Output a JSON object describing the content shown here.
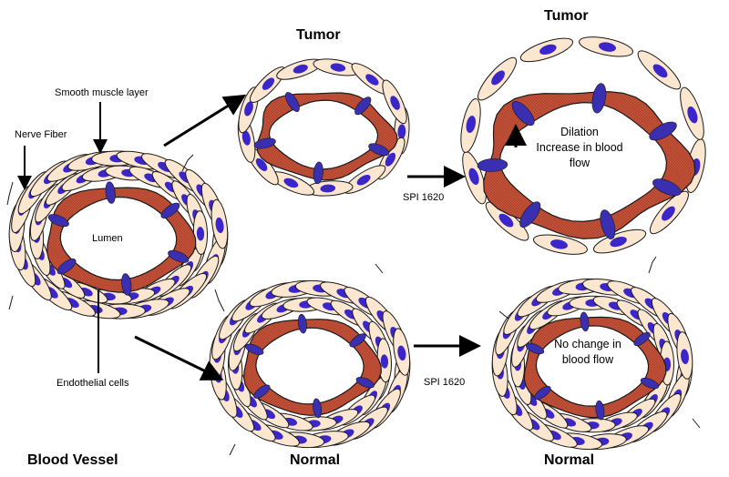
{
  "labels": {
    "smooth_muscle": "Smooth muscle layer",
    "nerve_fiber": "Nerve Fiber",
    "lumen": "Lumen",
    "endothelial": "Endothelial cells",
    "blood_vessel": "Blood Vessel",
    "tumor_1": "Tumor",
    "tumor_2": "Tumor",
    "normal_1": "Normal",
    "normal_2": "Normal",
    "spi_1": "SPI 1620",
    "spi_2": "SPI 1620",
    "dilation": "Dilation",
    "increase_1": "Increase in blood",
    "increase_2": "flow",
    "nochange_1": "No change in",
    "nochange_2": "blood flow"
  },
  "colors": {
    "muscle_fill": "#fbe6cf",
    "nucleus": "#3b27c9",
    "endothelium_fill": "#c4523a",
    "endothelium_nucleus": "#3a2fb0",
    "outline": "#1a1a1a"
  }
}
